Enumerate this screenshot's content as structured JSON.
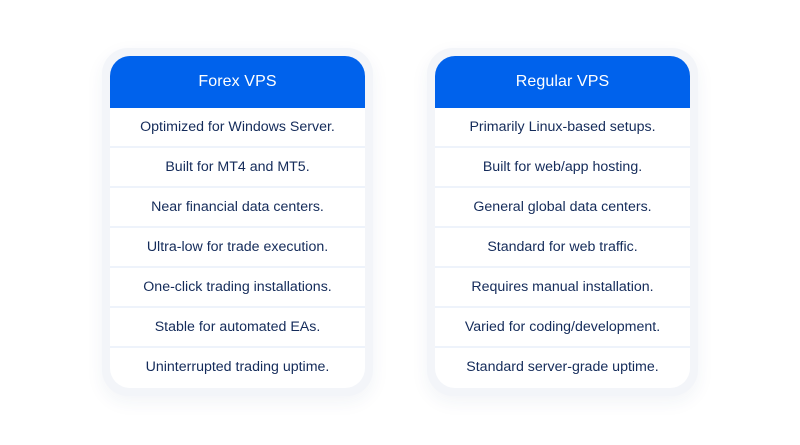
{
  "colors": {
    "header_bg": "#0062ec",
    "header_text": "#ffffff",
    "row_text": "#142b5a",
    "row_divider": "#eef3fb",
    "frame_bg": "#f3f5f9"
  },
  "cards": [
    {
      "title": "Forex VPS",
      "rows": [
        "Optimized for Windows Server.",
        "Built for MT4 and MT5.",
        "Near financial data centers.",
        "Ultra-low for trade execution.",
        "One-click trading installations.",
        "Stable for automated EAs.",
        "Uninterrupted trading uptime."
      ]
    },
    {
      "title": "Regular VPS",
      "rows": [
        "Primarily Linux-based setups.",
        "Built for web/app hosting.",
        "General global data centers.",
        "Standard for web traffic.",
        "Requires manual installation.",
        "Varied for coding/development.",
        "Standard server-grade uptime."
      ]
    }
  ]
}
